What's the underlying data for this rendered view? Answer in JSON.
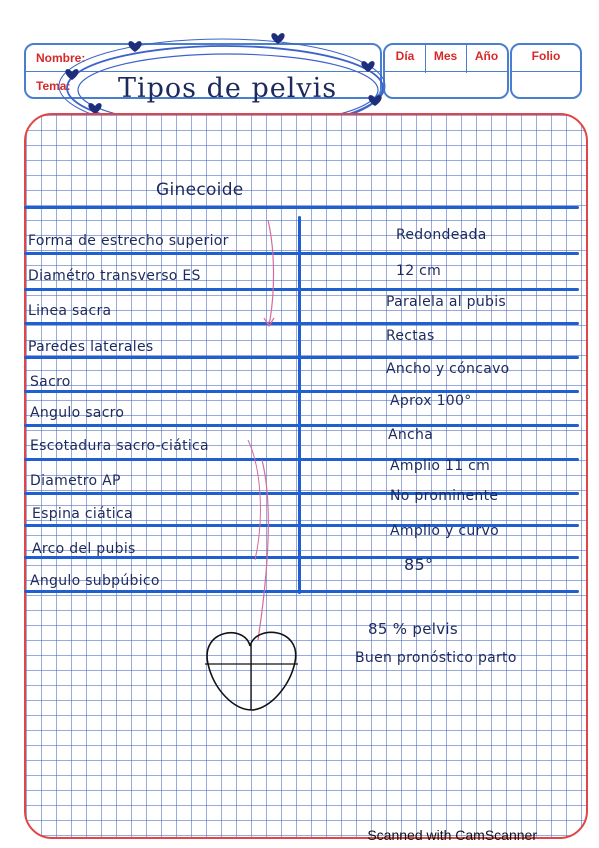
{
  "header": {
    "nombre_label": "Nombre:",
    "tema_label": "Tema:",
    "dia_label": "Día",
    "mes_label": "Mes",
    "anio_label": "Año",
    "folio_label": "Folio"
  },
  "title": "Tipos de pelvis",
  "subtitle": "Ginecoide",
  "rows": [
    {
      "feature": "Forma de estrecho superior",
      "value": "Redondeada"
    },
    {
      "feature": "Diamétro transverso ES",
      "value": "12 cm"
    },
    {
      "feature": "Linea sacra",
      "value": "Paralela al pubis"
    },
    {
      "feature": "Paredes laterales",
      "value": "Rectas"
    },
    {
      "feature": "Sacro",
      "value": "Ancho y cóncavo"
    },
    {
      "feature": "Angulo sacro",
      "value": "Aprox 100°"
    },
    {
      "feature": "Escotadura sacro-ciática",
      "value": "Ancha"
    },
    {
      "feature": "Diametro AP",
      "value": "Amplio 11 cm"
    },
    {
      "feature": "Espina ciática",
      "value": "No prominente"
    },
    {
      "feature": "Arco del pubis",
      "value": "Amplio y curvo"
    },
    {
      "feature": "Angulo subpúbico",
      "value": "85°"
    }
  ],
  "notes": {
    "percent": "85 % pelvis",
    "prognosis": "Buen pronóstico parto"
  },
  "footer": "Scanned with CamScanner"
}
